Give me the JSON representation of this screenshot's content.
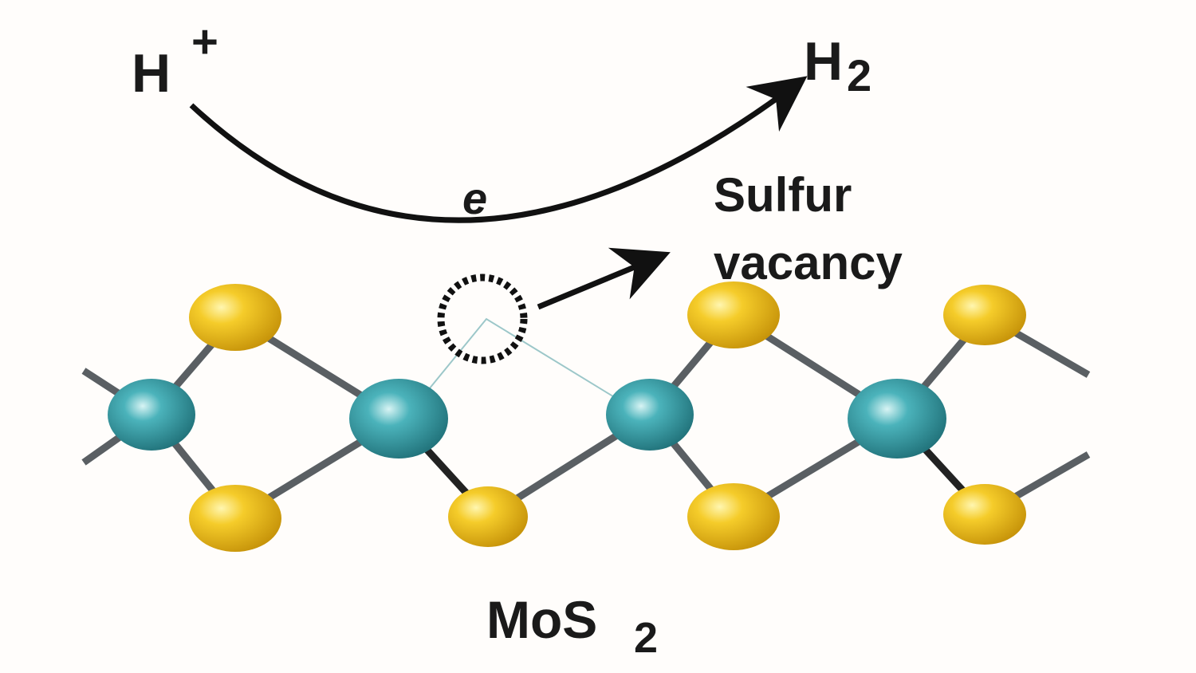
{
  "labels": {
    "reactant": "H",
    "reactant_charge": "+",
    "product": "H",
    "product_subscript": "2",
    "electron": "e",
    "vacancy_line1": "Sulfur",
    "vacancy_line2": "vacancy",
    "material": "MoS",
    "material_subscript": "2"
  },
  "colors": {
    "sulfur": "#f2c21a",
    "molybdenum": "#3a9fa8",
    "bond": "#5a5f63",
    "arrow": "#111111"
  }
}
